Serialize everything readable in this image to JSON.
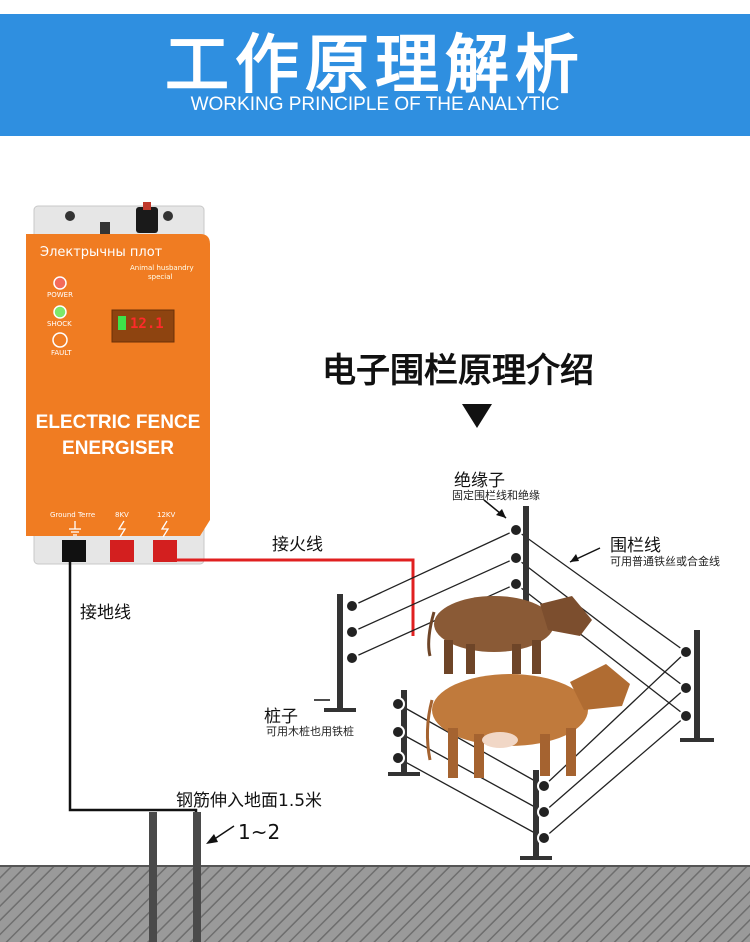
{
  "banner": {
    "title": "工作原理解析",
    "subtitle": "WORKING PRINCIPLE OF THE ANALYTIC"
  },
  "device": {
    "brand": "Электрычны плот",
    "tagline_line1": "Animal husbandry",
    "tagline_line2": "special",
    "power_label": "POWER",
    "shock_label": "SHOCK",
    "fault_label": "FAULT",
    "display_value": "12.1",
    "name_line1": "ELECTRIC FENCE",
    "name_line2": "ENERGISER",
    "terminal_ground": "Ground Terre",
    "terminal_8kv": "8KV",
    "terminal_12kv": "12KV",
    "body_color": "#f07c22"
  },
  "diagram": {
    "section_title": "电子围栏原理介绍",
    "live_wire": "接火线",
    "ground_wire": "接地线",
    "insulator_title": "绝缘子",
    "insulator_desc": "固定围栏线和绝缘",
    "fence_wire_title": "围栏线",
    "fence_wire_desc": "可用普通铁丝或合金线",
    "post_title": "桩子",
    "post_desc": "可用木桩也用铁桩",
    "rod_text": "钢筋伸入地面1.5米",
    "rod_count": "1~2",
    "live_wire_color": "#e02020"
  }
}
